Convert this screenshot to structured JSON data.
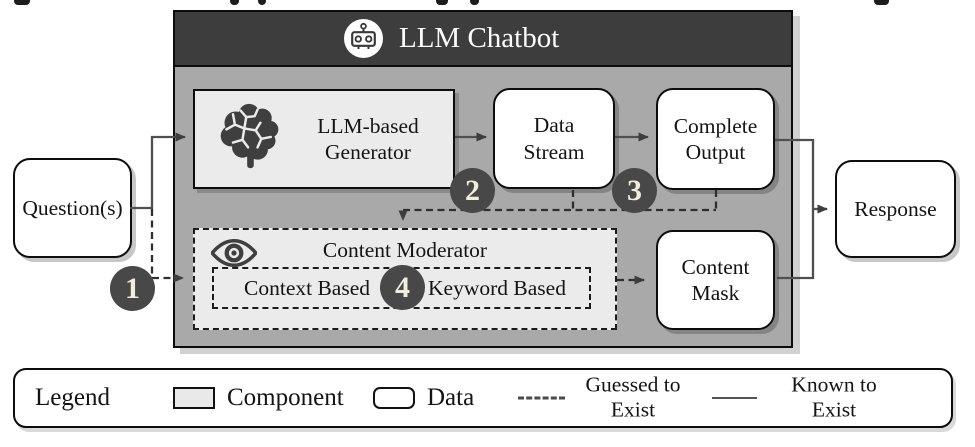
{
  "header": {
    "title": "LLM Chatbot",
    "icon": "robot-icon"
  },
  "nodes": {
    "question": {
      "label": "Question(s)"
    },
    "generator": {
      "line1": "LLM-based",
      "line2": "Generator",
      "icon": "brain-icon"
    },
    "data_stream": {
      "line1": "Data",
      "line2": "Stream"
    },
    "complete_output": {
      "line1": "Complete",
      "line2": "Output"
    },
    "moderator": {
      "title": "Content Moderator",
      "icon": "eye-icon",
      "context_label": "Context Based",
      "keyword_label": "Keyword Based"
    },
    "content_mask": {
      "line1": "Content",
      "line2": "Mask"
    },
    "response": {
      "label": "Response"
    }
  },
  "badges": {
    "b1": "1",
    "b2": "2",
    "b3": "3",
    "b4": "4"
  },
  "legend": {
    "title": "Legend",
    "component_label": "Component",
    "data_label": "Data",
    "guessed_line1": "Guessed to",
    "guessed_line2": "Exist",
    "known_line1": "Known to",
    "known_line2": "Exist"
  },
  "colors": {
    "header_bg": "#3d3d3d",
    "chatbot_body_bg": "#a9a9a9",
    "component_fill": "#ebebeb",
    "data_fill": "#ffffff",
    "badge_bg": "#484848",
    "badge_text": "#f2ecdd",
    "solid_line": "#4f4f4f",
    "dashed_line": "#2f2f2f",
    "border": "#0c0c0c"
  }
}
